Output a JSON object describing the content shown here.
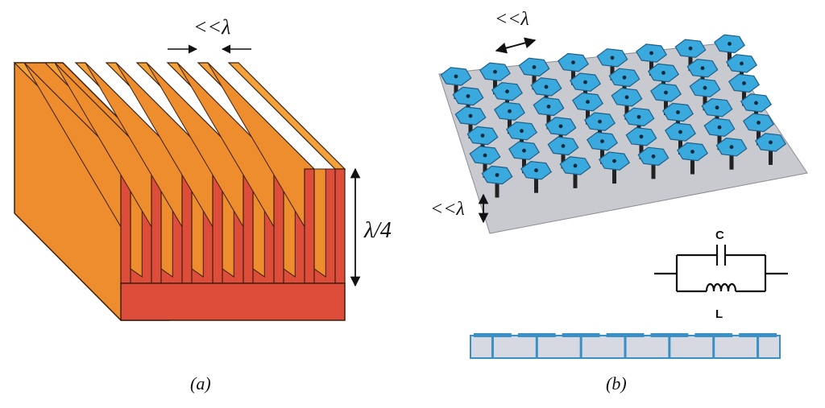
{
  "panels": {
    "a": {
      "caption": "(a)",
      "label_spacing": "<<λ",
      "label_depth": "λ/4",
      "fin_count": 8,
      "colors": {
        "front_face": "#de4c3a",
        "side_face": "#ee8d2e",
        "top_face": "#f3a23a",
        "outline": "#3a1e10"
      }
    },
    "b": {
      "caption": "(b)",
      "label_patch_spacing": "<<λ",
      "label_gap": "<<λ",
      "label_capacitor": "C",
      "label_inductor": "L",
      "grid_rows": 6,
      "grid_cols": 8,
      "cross_section_cells": 7,
      "colors": {
        "patch": "#3aa9dd",
        "patch_edge": "#1f5f88",
        "substrate": "#c9c9d0",
        "via": "#222222",
        "cross_section_fill": "#d6d9e2",
        "cross_section_edge": "#3a8fc4"
      }
    }
  }
}
